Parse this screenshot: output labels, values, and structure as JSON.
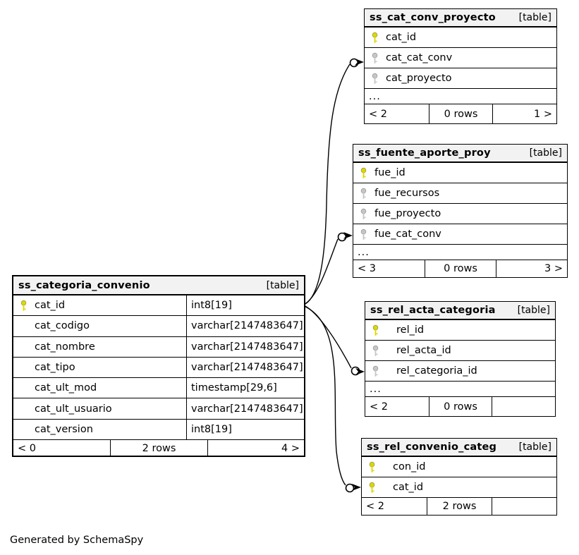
{
  "diagram": {
    "credit": "Generated by SchemaSpy",
    "ellipsis": "..."
  },
  "colors": {
    "pk_color": "#dcd800",
    "fk_color": "#c6c6c6",
    "header_bg": "#f2f2f2",
    "line_color": "#000000"
  },
  "tables": [
    {
      "name": "ss_cat_conv_proyecto",
      "type_label": "[table]",
      "columns": [
        {
          "name": "cat_id",
          "key": "primary"
        },
        {
          "name": "cat_cat_conv",
          "key": "foreign"
        },
        {
          "name": "cat_proyecto",
          "key": "foreign"
        }
      ],
      "truncated": true,
      "footer": {
        "left": "< 2",
        "center": "0 rows",
        "right": "1 >"
      }
    },
    {
      "name": "ss_fuente_aporte_proy",
      "type_label": "[table]",
      "columns": [
        {
          "name": "fue_id",
          "key": "primary"
        },
        {
          "name": "fue_recursos",
          "key": "foreign"
        },
        {
          "name": "fue_proyecto",
          "key": "foreign"
        },
        {
          "name": "fue_cat_conv",
          "key": "foreign"
        }
      ],
      "truncated": true,
      "footer": {
        "left": "< 3",
        "center": "0 rows",
        "right": "3 >"
      }
    },
    {
      "name": "ss_categoria_convenio",
      "type_label": "[table]",
      "columns": [
        {
          "name": "cat_id",
          "type": "int8[19]",
          "key": "primary"
        },
        {
          "name": "cat_codigo",
          "type": "varchar[2147483647]",
          "key": "none"
        },
        {
          "name": "cat_nombre",
          "type": "varchar[2147483647]",
          "key": "none"
        },
        {
          "name": "cat_tipo",
          "type": "varchar[2147483647]",
          "key": "none"
        },
        {
          "name": "cat_ult_mod",
          "type": "timestamp[29,6]",
          "key": "none"
        },
        {
          "name": "cat_ult_usuario",
          "type": "varchar[2147483647]",
          "key": "none"
        },
        {
          "name": "cat_version",
          "type": "int8[19]",
          "key": "none"
        }
      ],
      "truncated": false,
      "footer": {
        "left": "< 0",
        "center": "2 rows",
        "right": "4 >"
      }
    },
    {
      "name": "ss_rel_acta_categoria",
      "type_label": "[table]",
      "columns": [
        {
          "name": "rel_id",
          "key": "primary"
        },
        {
          "name": "rel_acta_id",
          "key": "foreign"
        },
        {
          "name": "rel_categoria_id",
          "key": "foreign"
        }
      ],
      "truncated": true,
      "footer": {
        "left": "< 2",
        "center": "0 rows",
        "right": ""
      }
    },
    {
      "name": "ss_rel_convenio_categ",
      "type_label": "[table]",
      "columns": [
        {
          "name": "con_id",
          "key": "primary"
        },
        {
          "name": "cat_id",
          "key": "primary"
        }
      ],
      "truncated": false,
      "footer": {
        "left": "< 2",
        "center": "2 rows",
        "right": ""
      }
    }
  ],
  "relationships": [
    {
      "from": "ss_categoria_convenio.cat_id",
      "to": "ss_cat_conv_proyecto.cat_cat_conv"
    },
    {
      "from": "ss_categoria_convenio.cat_id",
      "to": "ss_fuente_aporte_proy.fue_cat_conv"
    },
    {
      "from": "ss_categoria_convenio.cat_id",
      "to": "ss_rel_acta_categoria.rel_categoria_id"
    },
    {
      "from": "ss_categoria_convenio.cat_id",
      "to": "ss_rel_convenio_categ.cat_id"
    }
  ]
}
